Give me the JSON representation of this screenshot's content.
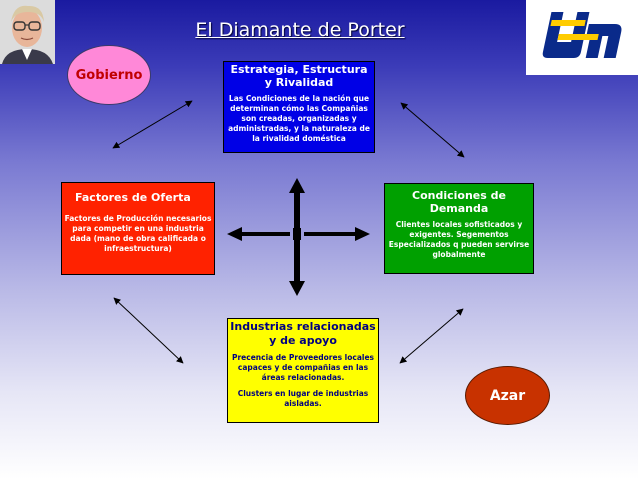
{
  "title": "El Diamante de Porter",
  "gobierno": "Gobierno",
  "azar": "Azar",
  "estrategia": {
    "heading": "Estrategia, Estructura y Rivalidad",
    "body": "Las Condiciones de la nación que determinan cómo las Compañias son creadas, organizadas y administradas, y la naturaleza de la rivalidad doméstica"
  },
  "factores": {
    "heading": "Factores de Oferta",
    "body": "Factores de Producción necesarios para competir en una industria dada (mano de obra calificada o infraestructura)"
  },
  "condiciones": {
    "heading": "Condiciones de Demanda",
    "body": "Clientes locales sofisticados y exigentes. Segementos Especializados q pueden servirse globalmente"
  },
  "industrias": {
    "heading": "Industrias relacionadas y de apoyo",
    "body": "Precencia de Proveedores locales capaces y de compañias en las áreas relacionadas.",
    "body2": "Clusters en lugar de industrias aisladas."
  },
  "colors": {
    "estrategia": "#0000e6",
    "factores": "#ff2200",
    "condiciones": "#00a000",
    "industrias": "#ffff00",
    "gobierno": "#ff88d8",
    "azar": "#c83200"
  }
}
